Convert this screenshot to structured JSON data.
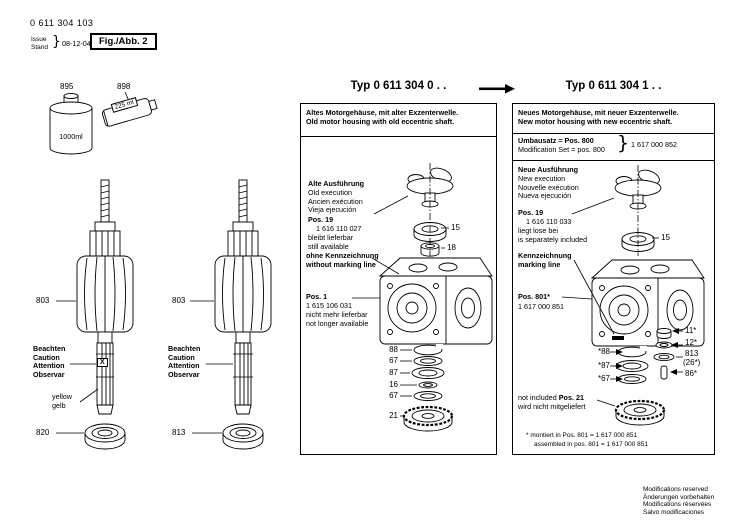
{
  "header": {
    "part_number": "0 611 304 103",
    "issue_label": "Issue",
    "stand_label": "Stand",
    "brace": "}",
    "date": "08-12-04",
    "fig_label": "Fig./Abb. 2"
  },
  "accessories": {
    "can_pos": "895",
    "can_volume": "1000ml",
    "tube_pos": "898",
    "tube_volume": "225 ml"
  },
  "armatures": {
    "left_pos": "803",
    "right_pos": "803",
    "caution_left": "Beachten\nCaution\nAttention\nObservar",
    "caution_right": "Beachten\nCaution\nAttention\nObservar",
    "x_mark": "X",
    "yellow_note": "yellow\ngelb",
    "left_bearing_pos": "820",
    "right_bearing_pos": "813"
  },
  "old_panel": {
    "title": "Typ 0 611 304 0 . .",
    "heading": "Altes Motorgehäuse, mit alter Exzenterwelle.\nOld motor housing with old eccentric shaft.",
    "execution_title": "Alte Ausführung",
    "execution_lines": "Old execution\nAncien exécution\nVieja ejecución",
    "pos19_label": "Pos. 19",
    "pos19_number": "1 616 110 027",
    "pos19_note": "bleibt lieferbar\nstill available",
    "bearing_pos": "15",
    "sleeve_pos": "18",
    "marking_note": "ohne Kennzeichnung\nwithout marking line",
    "pos1_label": "Pos. 1",
    "pos1_number": "1 615 106 031",
    "pos1_note": "nicht mehr lieferbar\nnot longer available",
    "stack_labels": [
      "88",
      "67",
      "87",
      "16",
      "67",
      "21"
    ]
  },
  "new_panel": {
    "title": "Typ 0 611 304 1 . .",
    "heading": "Neues Motorgehäuse, mit neuer Exzenterwelle.\nNew motor housing with new eccentric shaft.",
    "modset_title": "Umbausatz = Pos. 800",
    "modset_line": "Modification Set = pos. 800",
    "modset_brace": "}",
    "modset_number": "1 617 000 852",
    "execution_title": "Neue Ausführung",
    "execution_lines": "New execution\nNouvelle exécution\nNueva ejecución",
    "pos19_label": "Pos. 19",
    "pos19_number": "1 616 110 033",
    "pos19_note": "liegt lose bei\nis separately included",
    "bearing_pos": "15",
    "marking_note": "Kennzeichnung\nmarking line",
    "pos801_label": "Pos. 801*",
    "pos801_number": "1 617 000 851",
    "left_stack_labels": [
      "*88",
      "*87",
      "*67"
    ],
    "right_stack_labels": [
      "11*",
      "12*",
      "813",
      "(26*)",
      "86*"
    ],
    "not_included_prefix": "not included ",
    "not_included_pos": "Pos. 21",
    "not_included_note": "wird nicht mitgeliefert",
    "footnote_line1": "* montiert in Pos. 801 = 1 617 000 851",
    "footnote_line2": "assembled in pos. 801 = 1 617 000 851"
  },
  "footer": {
    "lines": "Modifications reserved\nÄnderungen vorbehalten\nModifications réservées\nSalvo modificaciones"
  }
}
